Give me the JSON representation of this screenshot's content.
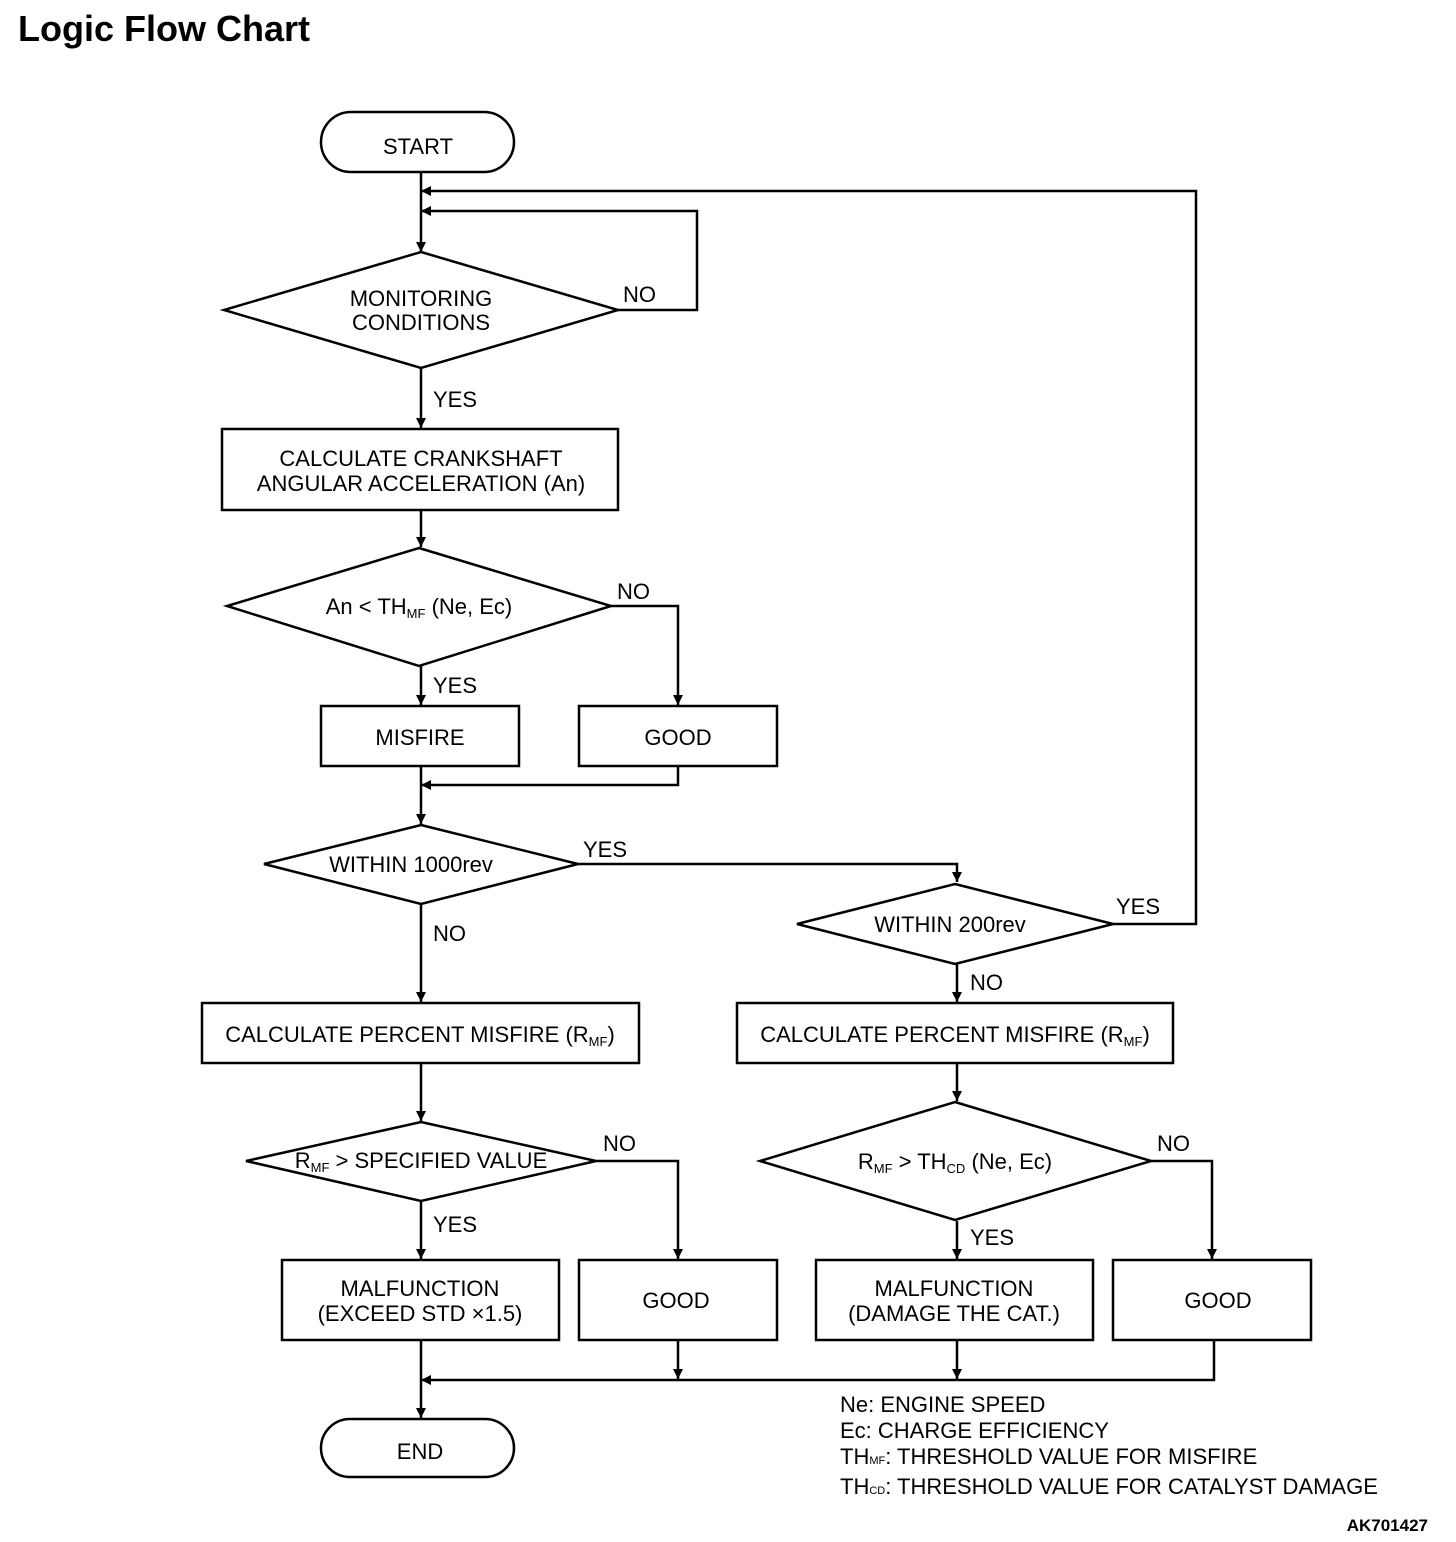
{
  "title": "Logic Flow Chart",
  "diagram_code": "AK701427",
  "nodes": {
    "start": "START",
    "monitoring_line1": "MONITORING",
    "monitoring_line2": "CONDITIONS",
    "calc_crank_line1": "CALCULATE CRANKSHAFT",
    "calc_crank_line2": "ANGULAR ACCELERATION (An)",
    "an_check_pre": "An < TH",
    "an_check_sub": "MF",
    "an_check_post": " (Ne,  Ec)",
    "misfire": "MISFIRE",
    "good_1": "GOOD",
    "within_1000": "WITHIN 1000rev",
    "within_200": "WITHIN 200rev",
    "calc_pct_pre": "CALCULATE PERCENT MISFIRE (R",
    "calc_pct_sub": "MF",
    "calc_pct_post": ")",
    "rmf_spec_pre": "R",
    "rmf_spec_sub": "MF",
    "rmf_spec_post": " > SPECIFIED VALUE",
    "rmf_thcd_r": "R",
    "rmf_thcd_sub1": "MF",
    "rmf_thcd_mid": " > TH",
    "rmf_thcd_sub2": "CD",
    "rmf_thcd_post": " (Ne, Ec)",
    "malf_std_line1": "MALFUNCTION",
    "malf_std_line2": "(EXCEED STD  ×1.5)",
    "good_2": "GOOD",
    "malf_cat_line1": "MALFUNCTION",
    "malf_cat_line2": "(DAMAGE THE CAT.)",
    "good_3": "GOOD",
    "end": "END"
  },
  "branch_labels": {
    "yes": "YES",
    "no": "NO"
  },
  "legend": {
    "ne": "Ne: ENGINE SPEED",
    "ec": "Ec: CHARGE EFFICIENCY",
    "thmf_pre": "TH",
    "thmf_sub": "MF",
    "thmf_post": ": THRESHOLD VALUE FOR MISFIRE",
    "thcd_pre": "TH",
    "thcd_sub": "CD",
    "thcd_post": ": THRESHOLD VALUE FOR CATALYST DAMAGE"
  }
}
